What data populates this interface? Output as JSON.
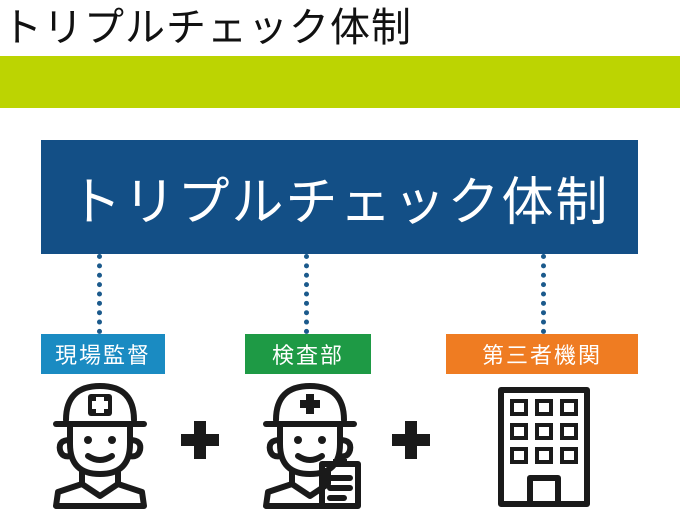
{
  "header": {
    "title": "トリプルチェック体制",
    "bar_color": "#bcd402"
  },
  "main_box": {
    "text": "トリプルチェック体制",
    "color": "#134f86"
  },
  "parties": [
    {
      "label": "現場監督",
      "color": "#1a8bc2",
      "icon": "worker-helmet-icon"
    },
    {
      "label": "検査部",
      "color": "#1e9a45",
      "icon": "inspector-clipboard-icon"
    },
    {
      "label": "第三者機関",
      "color": "#ef7c22",
      "icon": "office-building-icon"
    }
  ],
  "connector_color": "#1b5a8c",
  "operators": [
    "plus-icon",
    "plus-icon"
  ]
}
